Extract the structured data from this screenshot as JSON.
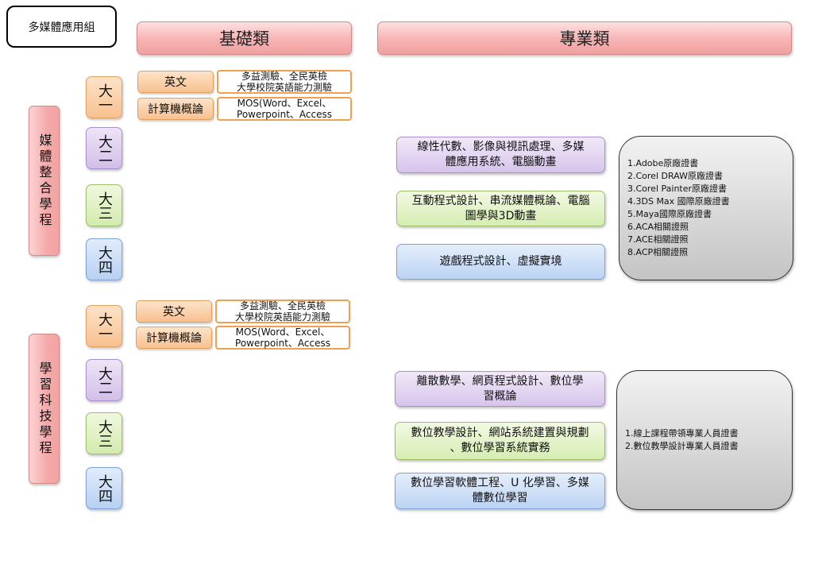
{
  "title": "多媒體應用組",
  "headers": {
    "basic": "基礎類",
    "professional": "專業類"
  },
  "programs": [
    {
      "name": "媒體整合學程",
      "years": [
        "大一",
        "大二",
        "大三",
        "大四"
      ],
      "basic": [
        {
          "subject": "英文",
          "cert_lines": [
            "多益測驗、全民英檢",
            "大學校院英語能力測驗"
          ]
        },
        {
          "subject": "計算機概論",
          "cert_lines": [
            "MOS(Word、Excel、",
            "Powerpoint、Access"
          ]
        }
      ],
      "courses": [
        [
          "線性代數、影像與視訊處理、多媒",
          "體應用系統、電腦動畫"
        ],
        [
          "互動程式設計、串流媒體概論、電腦",
          "圖學與3D動畫"
        ],
        [
          "遊戲程式設計、虛擬實境"
        ]
      ],
      "certs": [
        "1.Adobe原廠證書",
        "2.Corel DRAW原廠證書",
        "3.Corel Painter原廠證書",
        "4.3DS Max 國際原廠證書",
        "5.Maya國際原廠證書",
        "6.ACA相關證照",
        "7.ACE相關證照",
        "8.ACP相關證照"
      ]
    },
    {
      "name": "學習科技學程",
      "years": [
        "大一",
        "大二",
        "大三",
        "大四"
      ],
      "basic": [
        {
          "subject": "英文",
          "cert_lines": [
            "多益測驗、全民英檢",
            "大學校院英語能力測驗"
          ]
        },
        {
          "subject": "計算機概論",
          "cert_lines": [
            "MOS(Word、Excel、",
            "Powerpoint、Access"
          ]
        }
      ],
      "courses": [
        [
          "離散數學、網頁程式設計、數位學",
          "習概論"
        ],
        [
          "數位教學設計、網站系統建置與規劃",
          "、數位學習系統實務"
        ],
        [
          "數位學習軟體工程、U 化學習、多媒",
          "體數位學習"
        ]
      ],
      "certs": [
        "1.線上課程帶領專業人員證書",
        "2.數位教學設計專業人員證書"
      ]
    }
  ]
}
